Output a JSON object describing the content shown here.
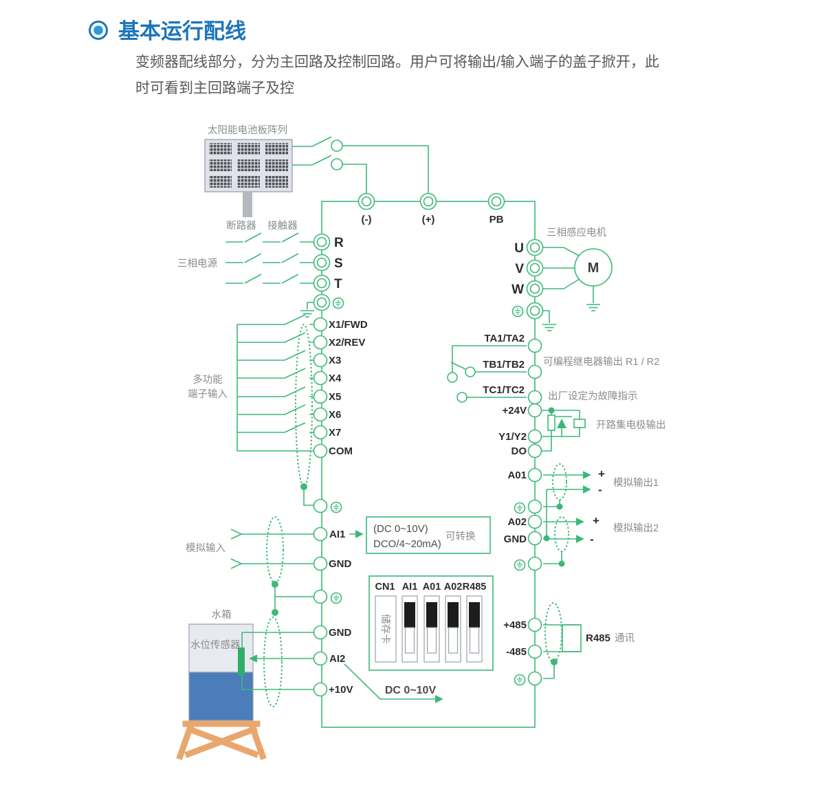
{
  "header": {
    "title": "基本运行配线",
    "paragraph_line1": "变频器配线部分，分为主回路及控制回路。用户可将输出/输入端子的盖子掀开，此",
    "paragraph_line2": "时可看到主回路端子及控"
  },
  "colors": {
    "accent_blue": "#1b75bc",
    "bullet_inner_blue": "#2b9bd7",
    "line_green": "#3cb878",
    "label_gray": "#8a8c8e",
    "label_dark": "#2b2b2b",
    "water_blue": "#4a7dba",
    "tank_top": "#e8eaf2",
    "stand_tan": "#e9a76e"
  },
  "labels": {
    "solar_array": "太阳能电池板阵列",
    "breaker": "断路器",
    "contactor": "接触器",
    "three_phase_power": "三相电源",
    "minus_terminal": "(-)",
    "plus_terminal": "(+)",
    "pb": "PB",
    "r": "R",
    "s": "S",
    "t": "T",
    "u": "U",
    "v": "V",
    "w": "W",
    "motor": "M",
    "motor_label": "三相感应电机",
    "x1": "X1/FWD",
    "x2": "X2/REV",
    "x3": "X3",
    "x4": "X4",
    "x5": "X5",
    "x6": "X6",
    "x7": "X7",
    "com": "COM",
    "multi_line1": "多功能",
    "multi_line2": "端子输入",
    "ta": "TA1/TA2",
    "tb": "TB1/TB2",
    "tc": "TC1/TC2",
    "relay_output": "可编程继电器输出 R1 / R2",
    "factory_fault": "出厂设定为故障指示",
    "p24v": "+24V",
    "y1y2": "Y1/Y2",
    "do": "DO",
    "open_collector": "开路集电极输出",
    "a01": "A01",
    "a02": "A02",
    "gnd": "GND",
    "plus": "+",
    "minus": "-",
    "analog_out1": "模拟输出1",
    "analog_out2": "模拟输出2",
    "ai1": "AI1",
    "ai2": "AI2",
    "p10v": "+10V",
    "dc_box_line1": "(DC 0~10V)",
    "dc_box_line2": "DCO/4~20mA)",
    "convertible": "可转换",
    "analog_in": "模拟输入",
    "dc_0_10v": "DC 0~10V",
    "tank": "水箱",
    "level_sensor": "水位传感器",
    "cn1": "CN1",
    "r485": "R485",
    "storage_card": "储存卡",
    "p485": "+485",
    "n485": "-485",
    "comm": "通讯"
  }
}
